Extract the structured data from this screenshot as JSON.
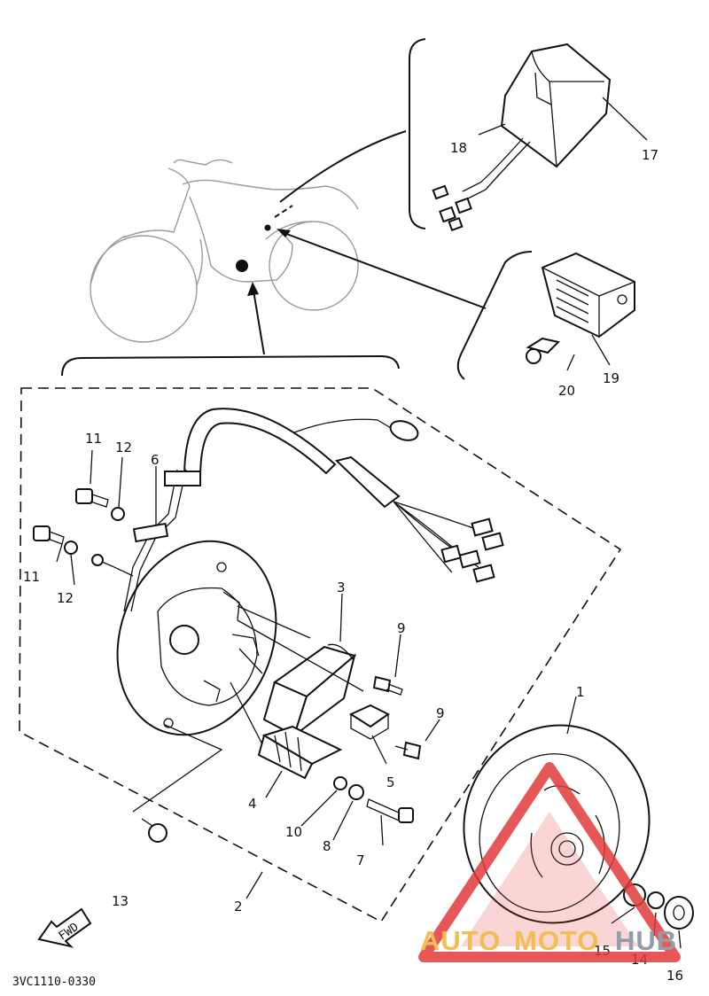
{
  "diagram": {
    "callouts": [
      {
        "id": "c1",
        "text": "1"
      },
      {
        "id": "c2",
        "text": "2"
      },
      {
        "id": "c3",
        "text": "3"
      },
      {
        "id": "c4",
        "text": "4"
      },
      {
        "id": "c5",
        "text": "5"
      },
      {
        "id": "c6",
        "text": "6"
      },
      {
        "id": "c7",
        "text": "7"
      },
      {
        "id": "c8",
        "text": "8"
      },
      {
        "id": "c9a",
        "text": "9"
      },
      {
        "id": "c9b",
        "text": "9"
      },
      {
        "id": "c10",
        "text": "10"
      },
      {
        "id": "c11a",
        "text": "11"
      },
      {
        "id": "c11b",
        "text": "11"
      },
      {
        "id": "c12a",
        "text": "12"
      },
      {
        "id": "c12b",
        "text": "12"
      },
      {
        "id": "c13",
        "text": "13"
      },
      {
        "id": "c14",
        "text": "14"
      },
      {
        "id": "c15",
        "text": "15"
      },
      {
        "id": "c16",
        "text": "16"
      },
      {
        "id": "c17",
        "text": "17"
      },
      {
        "id": "c18",
        "text": "18"
      },
      {
        "id": "c19",
        "text": "19"
      },
      {
        "id": "c20",
        "text": "20"
      }
    ],
    "fwd_label": "FWD",
    "drawing_code": "3VC1110-0330"
  },
  "watermark": {
    "parts": [
      "AUTO",
      "MOTO",
      "HUB"
    ],
    "colors": {
      "auto": "#f2b233",
      "moto": "#f2b233",
      "hub": "#7f8c99",
      "triangle": "#e23a3a"
    }
  }
}
